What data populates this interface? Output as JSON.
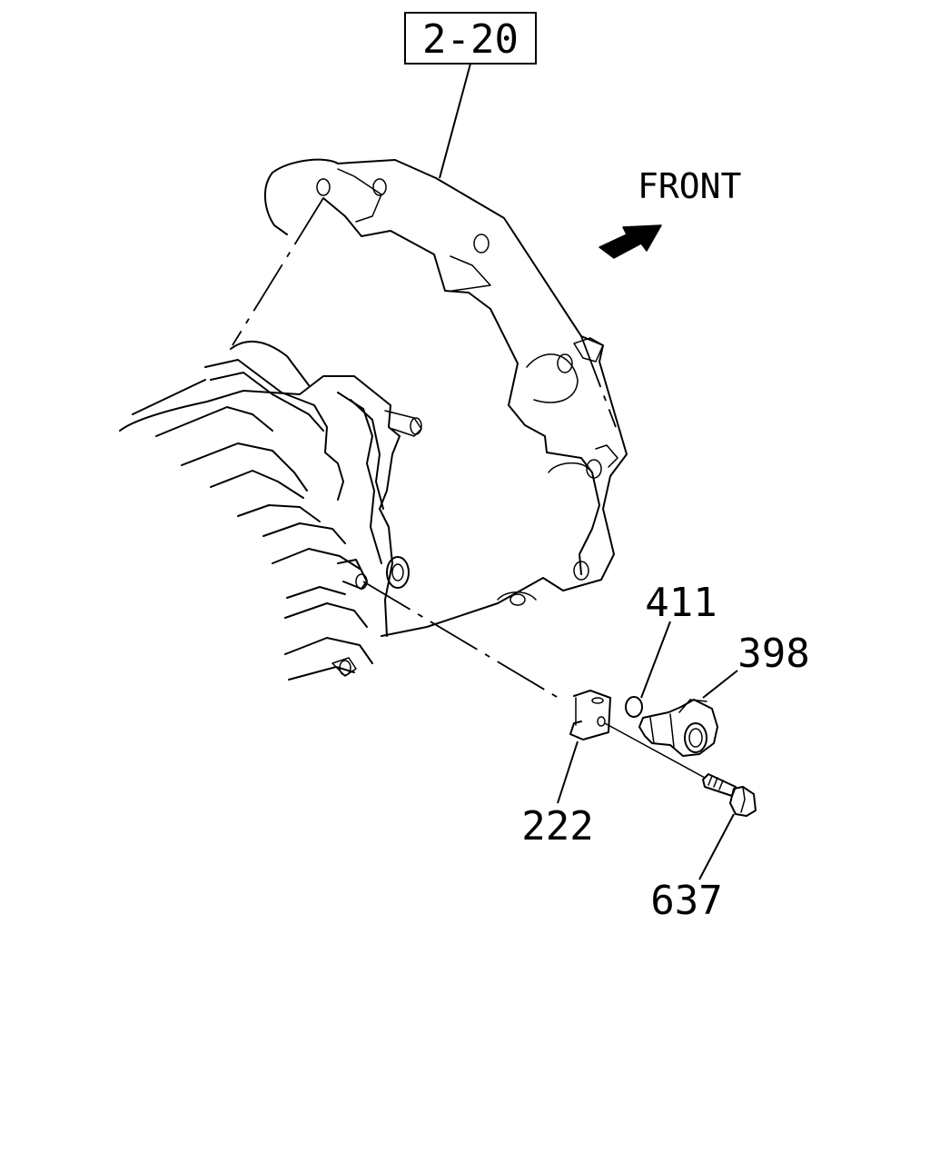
{
  "reference_box": {
    "label": "2-20"
  },
  "direction": {
    "label": "FRONT"
  },
  "callouts": {
    "c411": "411",
    "c398": "398",
    "c222": "222",
    "c637": "637"
  },
  "colors": {
    "line": "#000000",
    "background": "#ffffff"
  },
  "icons": {
    "direction_arrow": "front-arrow-icon"
  }
}
